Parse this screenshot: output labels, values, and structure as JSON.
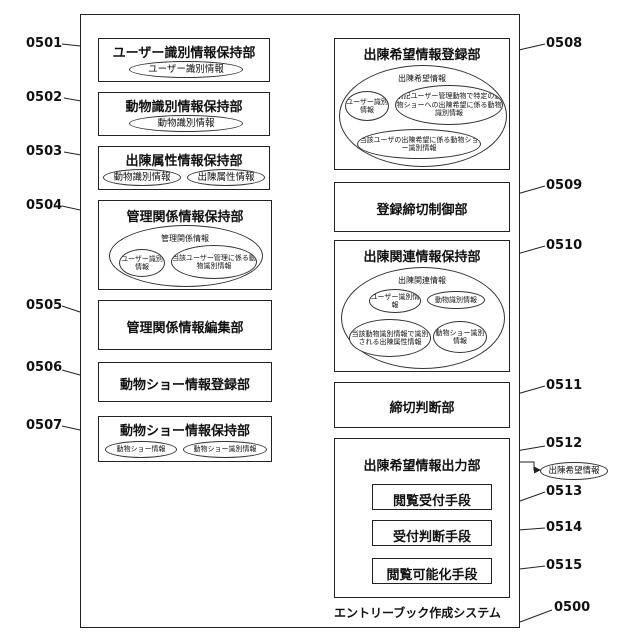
{
  "system": {
    "label": "エントリーブック作成システム",
    "ref": "0500"
  },
  "blocks": {
    "b0501": {
      "ref": "0501",
      "title": "ユーザー識別情報保持部",
      "items": [
        "ユーザー識別情報"
      ]
    },
    "b0502": {
      "ref": "0502",
      "title": "動物識別情報保持部",
      "items": [
        "動物識別情報"
      ]
    },
    "b0503": {
      "ref": "0503",
      "title": "出陳属性情報保持部",
      "items": [
        "動物識別情報",
        "出陳属性情報"
      ]
    },
    "b0504": {
      "ref": "0504",
      "title": "管理関係情報保持部",
      "group": "管理関係情報",
      "items": [
        "ユーザー識別情報",
        "当該ユーザー管理に係る動物識別情報"
      ]
    },
    "b0505": {
      "ref": "0505",
      "title": "管理関係情報編集部"
    },
    "b0506": {
      "ref": "0506",
      "title": "動物ショー情報登録部"
    },
    "b0507": {
      "ref": "0507",
      "title": "動物ショー情報保持部",
      "items": [
        "動物ショー情報",
        "動物ショー識別情報"
      ]
    },
    "b0508": {
      "ref": "0508",
      "title": "出陳希望情報登録部",
      "group": "出陳希望情報",
      "items": [
        "ユーザー識別情報",
        "前記ユーザー管理動物で特定の動物ショーへの出陳希望に係る動物識別情報",
        "当該ユーザの出陳希望に係る動物ショー識別情報"
      ]
    },
    "b0509": {
      "ref": "0509",
      "title": "登録締切制御部"
    },
    "b0510": {
      "ref": "0510",
      "title": "出陳関連情報保持部",
      "group": "出陳関連情報",
      "items": [
        "ユーザー識別情報",
        "動物識別情報",
        "当該動物識別情報で識別される出陳属性情報",
        "動物ショー識別情報"
      ]
    },
    "b0511": {
      "ref": "0511",
      "title": "締切判断部"
    },
    "b0512": {
      "ref": "0512",
      "title": "出陳希望情報出力部",
      "output": "出陳希望情報"
    },
    "b0513": {
      "ref": "0513",
      "title": "閲覧受付手段"
    },
    "b0514": {
      "ref": "0514",
      "title": "受付判断手段"
    },
    "b0515": {
      "ref": "0515",
      "title": "閲覧可能化手段"
    }
  }
}
